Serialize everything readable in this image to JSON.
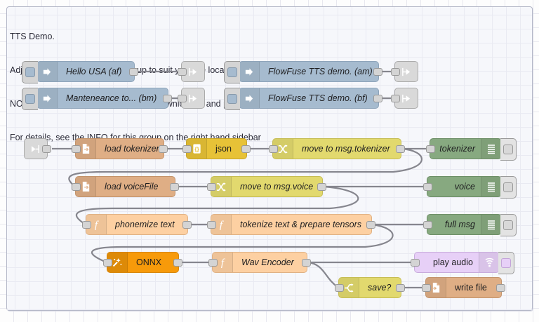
{
  "app": {
    "name": "Node-RED flow editor",
    "canvas_label": "flow-canvas"
  },
  "group": {
    "comment_lines": [
      "TTS Demo.",
      "Adjust the ENV VARs on this group to suit your file locations and model selection",
      "NOTE: This demo requires files to be downloaded and place correctly on your filesystem",
      "For details, see the INFO for this group on the right hand sidebar"
    ]
  },
  "colors": {
    "inject": "#a6bbcf",
    "link": "#d9d9d9",
    "file": "#dfae85",
    "json": "#e7c237",
    "change": "#e2d96e",
    "switch": "#e2d96e",
    "function": "#fdd0a2",
    "debug": "#87a980",
    "onnx": "#f79a0a",
    "audio": "#e7d0f7",
    "wire": "#86868e",
    "group_background": "#f6f7fb",
    "group_border": "#b5b8c8"
  },
  "nodes": [
    {
      "id": "inject-af",
      "label": "Hello USA (af)",
      "type": "inject",
      "icon": "inject-arrow-icon"
    },
    {
      "id": "linkout-af",
      "label": "",
      "type": "link-out",
      "icon": "link-out-icon"
    },
    {
      "id": "inject-am",
      "label": "FlowFuse TTS demo. (am)",
      "type": "inject",
      "icon": "inject-arrow-icon"
    },
    {
      "id": "linkout-am",
      "label": "",
      "type": "link-out",
      "icon": "link-out-icon"
    },
    {
      "id": "inject-bm",
      "label": "Manteneance to... (bm)",
      "type": "inject",
      "icon": "inject-arrow-icon"
    },
    {
      "id": "linkout-bm",
      "label": "",
      "type": "link-out",
      "icon": "link-out-icon"
    },
    {
      "id": "inject-bf",
      "label": "FlowFuse TTS demo. (bf)",
      "type": "inject",
      "icon": "inject-arrow-icon"
    },
    {
      "id": "linkout-bf",
      "label": "",
      "type": "link-out",
      "icon": "link-out-icon"
    },
    {
      "id": "linkin-main",
      "label": "",
      "type": "link-in",
      "icon": "link-in-icon"
    },
    {
      "id": "load-tokenizer",
      "label": "load tokenizer",
      "type": "file-in",
      "icon": "file-in-icon"
    },
    {
      "id": "json",
      "label": "json",
      "type": "json",
      "icon": "braces-icon"
    },
    {
      "id": "move-tokenizer",
      "label": "move to msg.tokenizer",
      "type": "change",
      "icon": "shuffle-icon"
    },
    {
      "id": "debug-tokenizer",
      "label": "tokenizer",
      "type": "debug",
      "icon": "debug-lines-icon"
    },
    {
      "id": "load-voicefile",
      "label": "load voiceFile",
      "type": "file-in",
      "icon": "file-in-icon"
    },
    {
      "id": "move-voice",
      "label": "move to msg.voice",
      "type": "change",
      "icon": "shuffle-icon"
    },
    {
      "id": "debug-voice",
      "label": "voice",
      "type": "debug",
      "icon": "debug-lines-icon"
    },
    {
      "id": "phonemize",
      "label": "phonemize text",
      "type": "function",
      "icon": "function-f-icon"
    },
    {
      "id": "tokenize",
      "label": "tokenize text & prepare tensors",
      "type": "function",
      "icon": "function-f-icon"
    },
    {
      "id": "debug-fullmsg",
      "label": "full msg",
      "type": "debug",
      "icon": "debug-lines-icon"
    },
    {
      "id": "onnx",
      "label": "ONNX",
      "type": "onnx",
      "icon": "magic-wand-icon"
    },
    {
      "id": "wav-encoder",
      "label": "Wav Encoder",
      "type": "function",
      "icon": "function-f-icon"
    },
    {
      "id": "play-audio",
      "label": "play audio",
      "type": "audio-out",
      "icon": "speaker-wave-icon"
    },
    {
      "id": "save-switch",
      "label": "save?",
      "type": "switch",
      "icon": "switch-icon"
    },
    {
      "id": "write-file",
      "label": "write file",
      "type": "file-out",
      "icon": "file-out-icon"
    }
  ]
}
